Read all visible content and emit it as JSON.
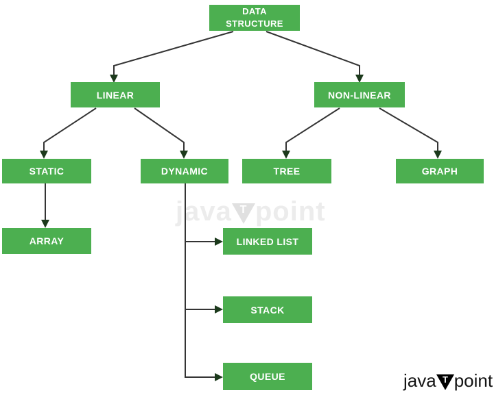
{
  "diagram": {
    "nodes": {
      "root": {
        "label": "DATA\nSTRUCTURE"
      },
      "linear": {
        "label": "LINEAR"
      },
      "non_linear": {
        "label": "NON-LINEAR"
      },
      "static": {
        "label": "STATIC"
      },
      "dynamic": {
        "label": "DYNAMIC"
      },
      "tree": {
        "label": "TREE"
      },
      "graph": {
        "label": "GRAPH"
      },
      "array": {
        "label": "ARRAY"
      },
      "linked_list": {
        "label": "LINKED LIST"
      },
      "stack": {
        "label": "STACK"
      },
      "queue": {
        "label": "QUEUE"
      }
    },
    "edges": [
      {
        "from": "DATA STRUCTURE",
        "to": "LINEAR"
      },
      {
        "from": "DATA STRUCTURE",
        "to": "NON-LINEAR"
      },
      {
        "from": "LINEAR",
        "to": "STATIC"
      },
      {
        "from": "LINEAR",
        "to": "DYNAMIC"
      },
      {
        "from": "NON-LINEAR",
        "to": "TREE"
      },
      {
        "from": "NON-LINEAR",
        "to": "GRAPH"
      },
      {
        "from": "STATIC",
        "to": "ARRAY"
      },
      {
        "from": "DYNAMIC",
        "to": "LINKED LIST"
      },
      {
        "from": "DYNAMIC",
        "to": "STACK"
      },
      {
        "from": "DYNAMIC",
        "to": "QUEUE"
      }
    ]
  },
  "watermark": {
    "pre": "java",
    "t": "T",
    "post": "point"
  },
  "logo": {
    "pre": "java",
    "t": "T",
    "post": "point"
  },
  "colors": {
    "node_fill": "#4caf50",
    "node_text": "#ffffff",
    "connector_line": "#343434",
    "arrowhead": "#1c3a1c",
    "watermark_text": "#ececec",
    "logo_text": "#141414"
  }
}
